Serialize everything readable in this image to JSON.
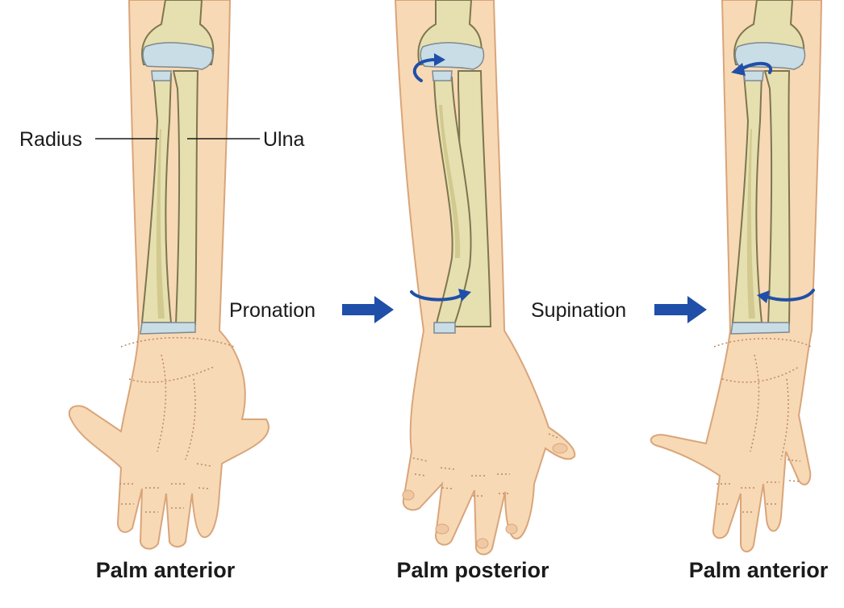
{
  "labels": {
    "radius": "Radius",
    "ulna": "Ulna",
    "pronation": "Pronation",
    "supination": "Supination"
  },
  "panels": [
    {
      "caption": "Palm anterior"
    },
    {
      "caption": "Palm posterior"
    },
    {
      "caption": "Palm anterior"
    }
  ],
  "colors": {
    "skin": "#f8d9b5",
    "bone": "#e6dfb0",
    "cartilage": "#c9dde6",
    "arrow": "#1f4fa8",
    "text": "#1a1a1a"
  }
}
